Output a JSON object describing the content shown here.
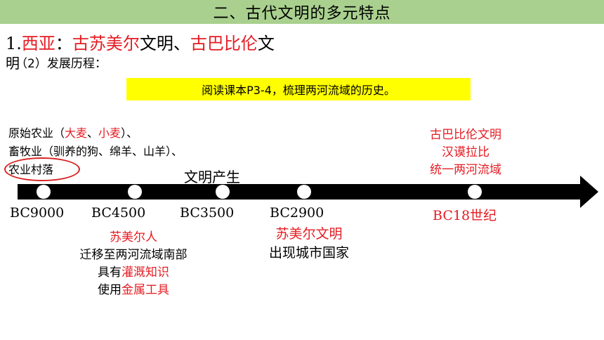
{
  "header": {
    "title": "二、古代文明的多元特点"
  },
  "heading": {
    "prefix": "1.",
    "region": "西亚",
    "colon": "：",
    "civ1": "古苏美尔",
    "word1": "文明、",
    "civ2": "古巴比伦",
    "word2": "文",
    "word3": "明",
    "subheading": "（2）发展历程："
  },
  "task_box": {
    "text": "阅读课本P3-4，梳理两河流域的历史。"
  },
  "early_notes": {
    "line1_a": "原始农业（",
    "line1_b": "大麦",
    "line1_c": "、",
    "line1_d": "小麦",
    "line1_e": "）、",
    "line2": "畜牧业（驯养的狗、绵羊、山羊）、",
    "line3": "农业村落"
  },
  "babylon_notes": [
    "古巴比伦文明",
    "汉谟拉比",
    "统一两河流域"
  ],
  "civilization_label": "文明产生",
  "timeline": {
    "ticks": [
      {
        "label": "BC9000",
        "color": "#000000"
      },
      {
        "label": "BC4500",
        "color": "#000000"
      },
      {
        "label": "BC3500",
        "color": "#000000"
      },
      {
        "label": "BC2900",
        "color": "#000000"
      },
      {
        "label": "BC18世纪",
        "color": "#e51c23"
      }
    ]
  },
  "sumerian_notes": {
    "title": "苏美尔人",
    "line2": "迁移至两河流域南部",
    "line3_a": "具有",
    "line3_b": "灌溉知识",
    "line4_a": "使用",
    "line4_b": "金属工具"
  },
  "sumer_civ_notes": {
    "title": "苏美尔文明",
    "line2": "出现城市国家"
  },
  "colors": {
    "title_bar": "#a9d08e",
    "highlight": "#ffff00",
    "accent_red": "#e51c23"
  }
}
